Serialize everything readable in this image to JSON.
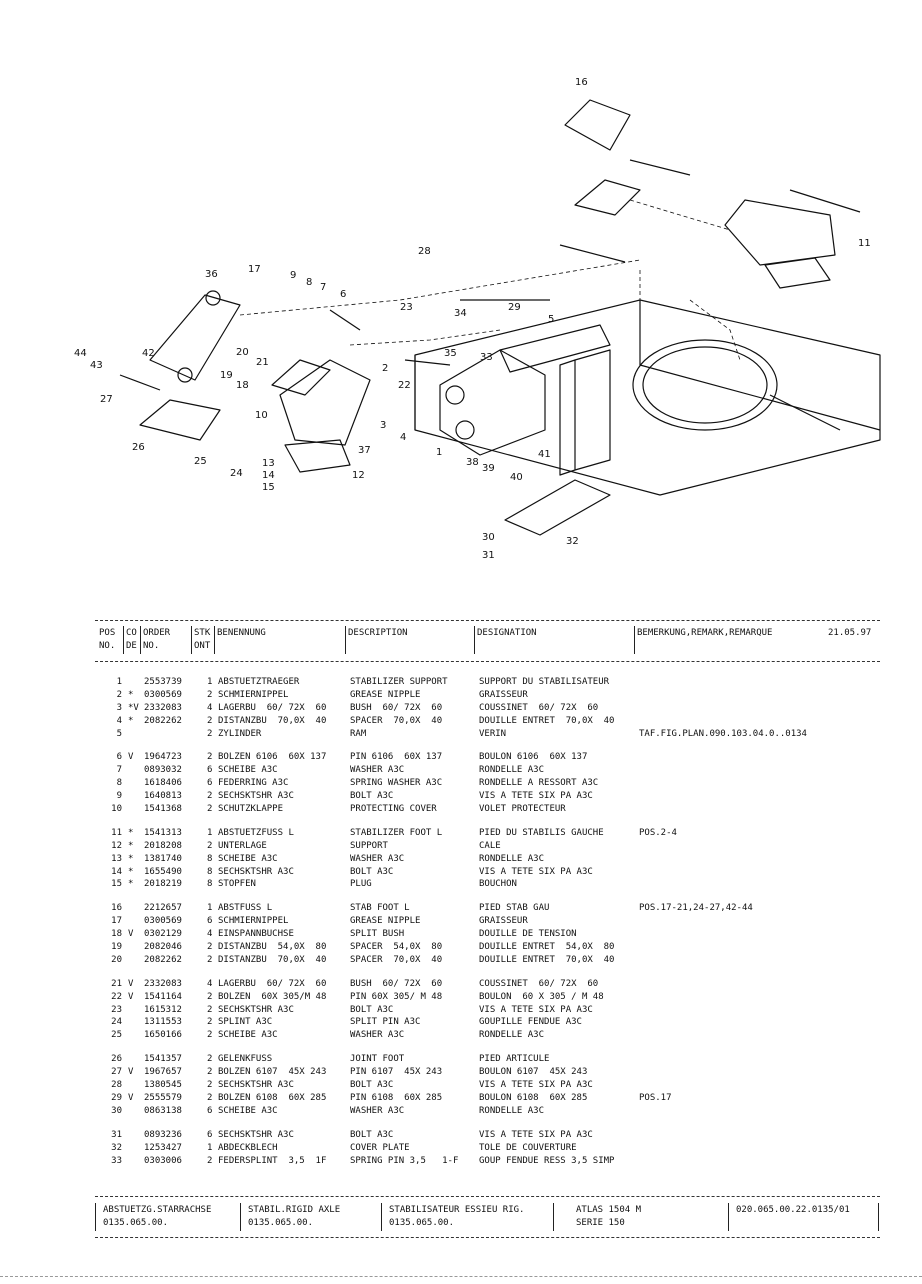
{
  "diagram": {
    "callouts": [
      "1",
      "2",
      "3",
      "4",
      "5",
      "6",
      "7",
      "8",
      "9",
      "10",
      "11",
      "12",
      "13",
      "14",
      "15",
      "16",
      "17",
      "18",
      "19",
      "20",
      "21",
      "22",
      "23",
      "24",
      "25",
      "26",
      "27",
      "28",
      "29",
      "30",
      "31",
      "32",
      "33",
      "34",
      "35",
      "36",
      "37",
      "38",
      "39",
      "40",
      "41",
      "42",
      "43",
      "44"
    ]
  },
  "table": {
    "header": {
      "pos": "POS\nNO.",
      "co": "CO\nDE",
      "order": "ORDER\nNO.",
      "stk": "STK\nONT",
      "benennung": "BENENNUNG",
      "description": "DESCRIPTION",
      "designation": "DESIGNATION",
      "remark": "BEMERKUNG,REMARK,REMARQUE",
      "date": "21.05.97"
    },
    "groups": [
      [
        {
          "pos": "1",
          "co": "",
          "order": "2553739",
          "qty": "1",
          "de": "ABSTUETZTRAEGER",
          "en": "STABILIZER SUPPORT",
          "fr": "SUPPORT DU STABILISATEUR",
          "rem": ""
        },
        {
          "pos": "2",
          "co": "*",
          "order": "0300569",
          "qty": "2",
          "de": "SCHMIERNIPPEL",
          "en": "GREASE NIPPLE",
          "fr": "GRAISSEUR",
          "rem": ""
        },
        {
          "pos": "3",
          "co": "*V",
          "order": "2332083",
          "qty": "4",
          "de": "LAGERBU  60/ 72X  60",
          "en": "BUSH  60/ 72X  60",
          "fr": "COUSSINET  60/ 72X  60",
          "rem": ""
        },
        {
          "pos": "4",
          "co": "*",
          "order": "2082262",
          "qty": "2",
          "de": "DISTANZBU  70,0X  40",
          "en": "SPACER  70,0X  40",
          "fr": "DOUILLE ENTRET  70,0X  40",
          "rem": ""
        },
        {
          "pos": "5",
          "co": "",
          "order": "",
          "qty": "2",
          "de": "ZYLINDER",
          "en": "RAM",
          "fr": "VERIN",
          "rem": "TAF.FIG.PLAN.090.103.04.0..0134"
        }
      ],
      [
        {
          "pos": "6",
          "co": "V",
          "order": "1964723",
          "qty": "2",
          "de": "BOLZEN 6106  60X 137",
          "en": "PIN 6106  60X 137",
          "fr": "BOULON 6106  60X 137",
          "rem": ""
        },
        {
          "pos": "7",
          "co": "",
          "order": "0893032",
          "qty": "6",
          "de": "SCHEIBE A3C",
          "en": "WASHER A3C",
          "fr": "RONDELLE A3C",
          "rem": ""
        },
        {
          "pos": "8",
          "co": "",
          "order": "1618406",
          "qty": "6",
          "de": "FEDERRING A3C",
          "en": "SPRING WASHER A3C",
          "fr": "RONDELLE A RESSORT A3C",
          "rem": ""
        },
        {
          "pos": "9",
          "co": "",
          "order": "1640813",
          "qty": "2",
          "de": "SECHSKTSHR A3C",
          "en": "BOLT A3C",
          "fr": "VIS A TETE SIX PA A3C",
          "rem": ""
        },
        {
          "pos": "10",
          "co": "",
          "order": "1541368",
          "qty": "2",
          "de": "SCHUTZKLAPPE",
          "en": "PROTECTING COVER",
          "fr": "VOLET PROTECTEUR",
          "rem": ""
        }
      ],
      [
        {
          "pos": "11",
          "co": "*",
          "order": "1541313",
          "qty": "1",
          "de": "ABSTUETZFUSS L",
          "en": "STABILIZER FOOT L",
          "fr": "PIED DU STABILIS GAUCHE",
          "rem": "POS.2-4"
        },
        {
          "pos": "12",
          "co": "*",
          "order": "2018208",
          "qty": "2",
          "de": "UNTERLAGE",
          "en": "SUPPORT",
          "fr": "CALE",
          "rem": ""
        },
        {
          "pos": "13",
          "co": "*",
          "order": "1381740",
          "qty": "8",
          "de": "SCHEIBE A3C",
          "en": "WASHER A3C",
          "fr": "RONDELLE A3C",
          "rem": ""
        },
        {
          "pos": "14",
          "co": "*",
          "order": "1655490",
          "qty": "8",
          "de": "SECHSKTSHR A3C",
          "en": "BOLT A3C",
          "fr": "VIS A TETE SIX PA A3C",
          "rem": ""
        },
        {
          "pos": "15",
          "co": "*",
          "order": "2018219",
          "qty": "8",
          "de": "STOPFEN",
          "en": "PLUG",
          "fr": "BOUCHON",
          "rem": ""
        }
      ],
      [
        {
          "pos": "16",
          "co": "",
          "order": "2212657",
          "qty": "1",
          "de": "ABSTFUSS L",
          "en": "STAB FOOT L",
          "fr": "PIED STAB GAU",
          "rem": "POS.17-21,24-27,42-44"
        },
        {
          "pos": "17",
          "co": "",
          "order": "0300569",
          "qty": "6",
          "de": "SCHMIERNIPPEL",
          "en": "GREASE NIPPLE",
          "fr": "GRAISSEUR",
          "rem": ""
        },
        {
          "pos": "18",
          "co": "V",
          "order": "0302129",
          "qty": "4",
          "de": "EINSPANNBUCHSE",
          "en": "SPLIT BUSH",
          "fr": "DOUILLE DE TENSION",
          "rem": ""
        },
        {
          "pos": "19",
          "co": "",
          "order": "2082046",
          "qty": "2",
          "de": "DISTANZBU  54,0X  80",
          "en": "SPACER  54,0X  80",
          "fr": "DOUILLE ENTRET  54,0X  80",
          "rem": ""
        },
        {
          "pos": "20",
          "co": "",
          "order": "2082262",
          "qty": "2",
          "de": "DISTANZBU  70,0X  40",
          "en": "SPACER  70,0X  40",
          "fr": "DOUILLE ENTRET  70,0X  40",
          "rem": ""
        }
      ],
      [
        {
          "pos": "21",
          "co": "V",
          "order": "2332083",
          "qty": "4",
          "de": "LAGERBU  60/ 72X  60",
          "en": "BUSH  60/ 72X  60",
          "fr": "COUSSINET  60/ 72X  60",
          "rem": ""
        },
        {
          "pos": "22",
          "co": "V",
          "order": "1541164",
          "qty": "2",
          "de": "BOLZEN  60X 305/M 48",
          "en": "PIN 60X 305/ M 48",
          "fr": "BOULON  60 X 305 / M 48",
          "rem": ""
        },
        {
          "pos": "23",
          "co": "",
          "order": "1615312",
          "qty": "2",
          "de": "SECHSKTSHR A3C",
          "en": "BOLT A3C",
          "fr": "VIS A TETE SIX PA A3C",
          "rem": ""
        },
        {
          "pos": "24",
          "co": "",
          "order": "1311553",
          "qty": "2",
          "de": "SPLINT A3C",
          "en": "SPLIT PIN A3C",
          "fr": "GOUPILLE FENDUE A3C",
          "rem": ""
        },
        {
          "pos": "25",
          "co": "",
          "order": "1650166",
          "qty": "2",
          "de": "SCHEIBE A3C",
          "en": "WASHER A3C",
          "fr": "RONDELLE A3C",
          "rem": ""
        }
      ],
      [
        {
          "pos": "26",
          "co": "",
          "order": "1541357",
          "qty": "2",
          "de": "GELENKFUSS",
          "en": "JOINT FOOT",
          "fr": "PIED ARTICULE",
          "rem": ""
        },
        {
          "pos": "27",
          "co": "V",
          "order": "1967657",
          "qty": "2",
          "de": "BOLZEN 6107  45X 243",
          "en": "PIN 6107  45X 243",
          "fr": "BOULON 6107  45X 243",
          "rem": ""
        },
        {
          "pos": "28",
          "co": "",
          "order": "1380545",
          "qty": "2",
          "de": "SECHSKTSHR A3C",
          "en": "BOLT A3C",
          "fr": "VIS A TETE SIX PA A3C",
          "rem": ""
        },
        {
          "pos": "29",
          "co": "V",
          "order": "2555579",
          "qty": "2",
          "de": "BOLZEN 6108  60X 285",
          "en": "PIN 6108  60X 285",
          "fr": "BOULON 6108  60X 285",
          "rem": "POS.17"
        },
        {
          "pos": "30",
          "co": "",
          "order": "0863138",
          "qty": "6",
          "de": "SCHEIBE A3C",
          "en": "WASHER A3C",
          "fr": "RONDELLE A3C",
          "rem": ""
        }
      ],
      [
        {
          "pos": "31",
          "co": "",
          "order": "0893236",
          "qty": "6",
          "de": "SECHSKTSHR A3C",
          "en": "BOLT A3C",
          "fr": "VIS A TETE SIX PA A3C",
          "rem": ""
        },
        {
          "pos": "32",
          "co": "",
          "order": "1253427",
          "qty": "1",
          "de": "ABDECKBLECH",
          "en": "COVER PLATE",
          "fr": "TOLE DE COUVERTURE",
          "rem": ""
        },
        {
          "pos": "33",
          "co": "",
          "order": "0303006",
          "qty": "2",
          "de": "FEDERSPLINT  3,5  1F",
          "en": "SPRING PIN 3,5   1-F",
          "fr": "GOUP FENDUE RESS 3,5 SIMP",
          "rem": ""
        }
      ]
    ]
  },
  "footer": {
    "de_title": "ABSTUETZG.STARRACHSE",
    "de_code": "0135.065.00.",
    "en_title": "STABIL.RIGID AXLE",
    "en_code": "0135.065.00.",
    "fr_title": "STABILISATEUR ESSIEU RIG.",
    "fr_code": "0135.065.00.",
    "model": "ATLAS 1504 M",
    "series": "SERIE 150",
    "doc_no": "020.065.00.22.0135/01"
  }
}
